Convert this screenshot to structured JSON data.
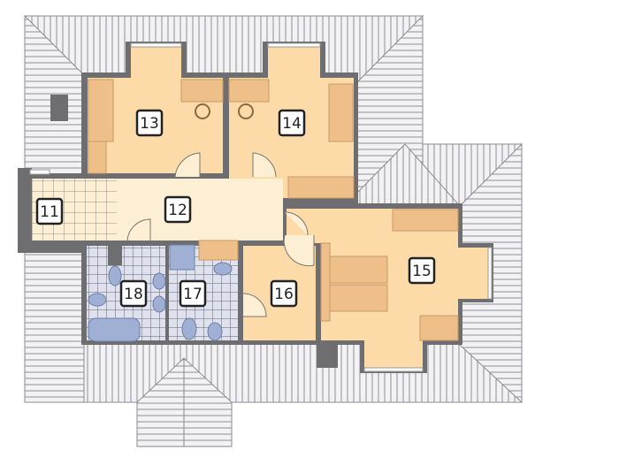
{
  "rooms": [
    {
      "id": "r11",
      "label": "11"
    },
    {
      "id": "r12",
      "label": "12"
    },
    {
      "id": "r13",
      "label": "13"
    },
    {
      "id": "r14",
      "label": "14"
    },
    {
      "id": "r15",
      "label": "15"
    },
    {
      "id": "r16",
      "label": "16"
    },
    {
      "id": "r17",
      "label": "17"
    },
    {
      "id": "r18",
      "label": "18"
    }
  ],
  "colors": {
    "room": "#fcdba8",
    "hall": "#fdefd4",
    "furniture": "#efbf8a",
    "wall": "#6e6e70",
    "tile": "#dfe2ee",
    "fixture": "#9fb0d4",
    "roof": "#eeeef0"
  }
}
